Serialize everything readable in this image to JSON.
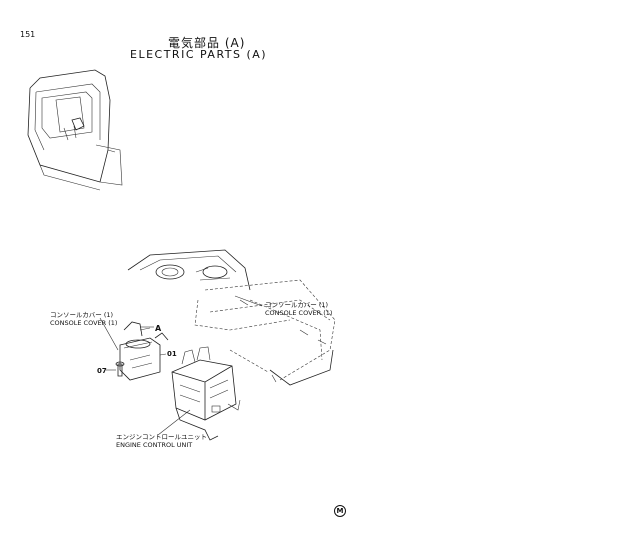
{
  "header": {
    "page_number": "151",
    "title_jp": "電気部品 (A)",
    "title_en": "ELECTRIC PARTS (A)"
  },
  "labels": {
    "console_cover_left_jp": "コンソールカバー (1)",
    "console_cover_left_en": "CONSOLE COVER (1)",
    "console_cover_right_jp": "コンソールカバー (1)",
    "console_cover_right_en": "CONSOLE COVER (1)",
    "engine_control_jp": "エンジンコントロールユニット",
    "engine_control_en": "ENGINE CONTROL UNIT",
    "part_a": "A",
    "part_01": "01",
    "part_07": "07"
  },
  "footer": {
    "mark": "M"
  }
}
